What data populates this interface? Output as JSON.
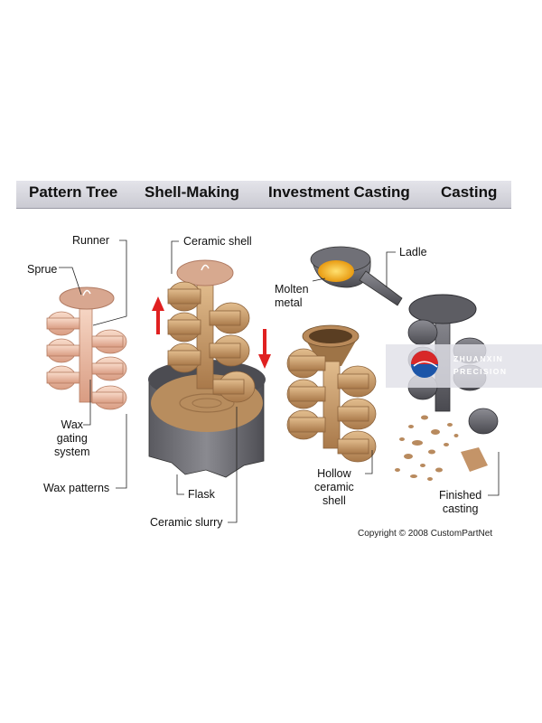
{
  "header": {
    "steps": [
      "Pattern Tree",
      "Shell-Making",
      "Investment Casting",
      "Casting"
    ],
    "background": "#d8d8de"
  },
  "labels": {
    "runner": "Runner",
    "sprue": "Sprue",
    "wax_gating_1": "Wax",
    "wax_gating_2": "gating",
    "wax_gating_3": "system",
    "wax_patterns": "Wax patterns",
    "ceramic_shell": "Ceramic shell",
    "flask": "Flask",
    "ceramic_slurry": "Ceramic slurry",
    "ladle": "Ladle",
    "molten_1": "Molten",
    "molten_2": "metal",
    "hollow_1": "Hollow",
    "hollow_2": "ceramic",
    "hollow_3": "shell",
    "finished_1": "Finished",
    "finished_2": "casting"
  },
  "watermark": {
    "line1": "ZHUANXIN",
    "line2": "PRECISION"
  },
  "copyright": "Copyright © 2008 CustomPartNet",
  "colors": {
    "wax": "#f0c2aa",
    "ceramic": "#c89a68",
    "metal": "#6f6f76",
    "molten": "#f2b020",
    "arrow": "#e02020"
  }
}
